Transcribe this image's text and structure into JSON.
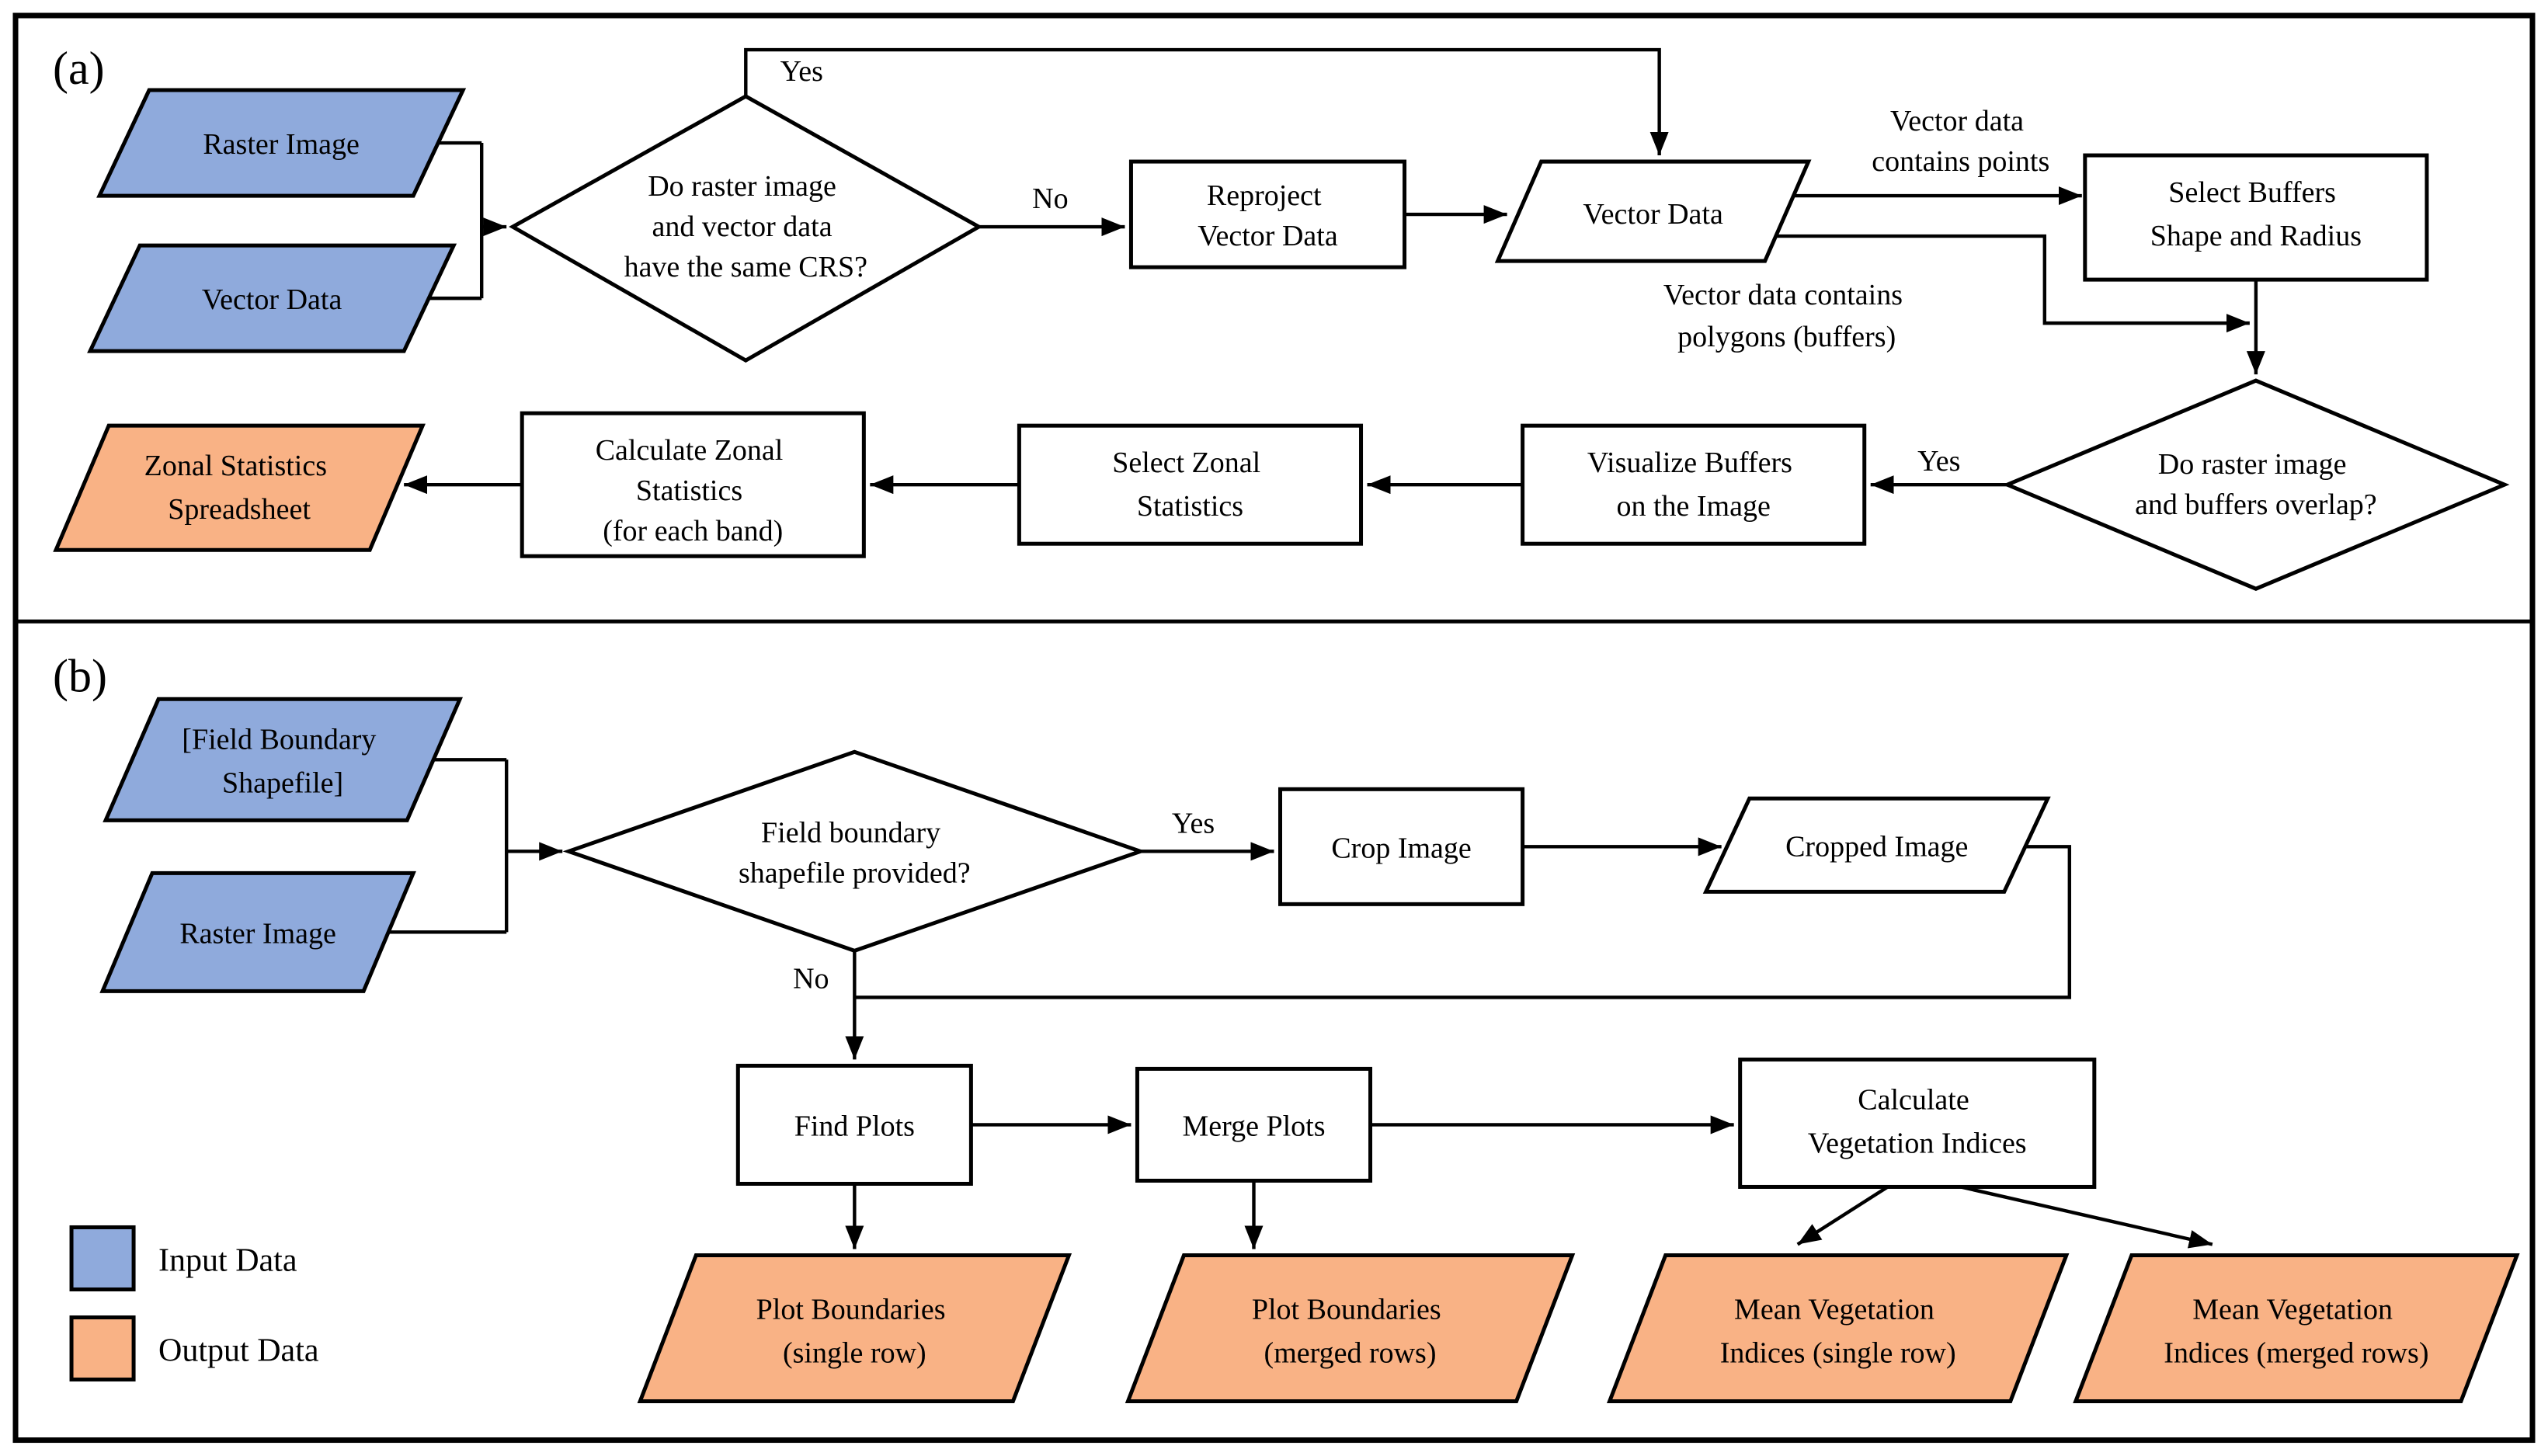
{
  "colors": {
    "input": "#8FAADC",
    "output": "#F9B285",
    "process": "#FFFFFF",
    "stroke": "#000000",
    "background": "#FFFFFF"
  },
  "panel_a": {
    "label": "(a)",
    "raster_input": {
      "lines": [
        "Raster Image"
      ]
    },
    "vector_input": {
      "lines": [
        "Vector Data"
      ]
    },
    "crs_decision": {
      "lines": [
        "Do raster image",
        "and vector data",
        "have the same CRS?"
      ]
    },
    "crs_yes": "Yes",
    "crs_no": "No",
    "reproject": {
      "lines": [
        "Reproject",
        "Vector Data"
      ]
    },
    "vector_data": {
      "lines": [
        "Vector Data"
      ]
    },
    "points_branch": {
      "lines": [
        "Vector data",
        "contains points"
      ]
    },
    "polygons_branch": {
      "lines": [
        "Vector data contains",
        "polygons (buffers)"
      ]
    },
    "select_buffers": {
      "lines": [
        "Select Buffers",
        "Shape and Radius"
      ]
    },
    "overlap_decision": {
      "lines": [
        "Do raster image",
        "and buffers overlap?"
      ]
    },
    "overlap_yes": "Yes",
    "visualize_buffers": {
      "lines": [
        "Visualize Buffers",
        "on the Image"
      ]
    },
    "select_zonal": {
      "lines": [
        "Select Zonal",
        "Statistics"
      ]
    },
    "calculate_zonal": {
      "lines": [
        "Calculate Zonal",
        "Statistics",
        "(for each band)"
      ]
    },
    "zonal_spreadsheet": {
      "lines": [
        "Zonal Statistics",
        "Spreadsheet"
      ]
    }
  },
  "panel_b": {
    "label": "(b)",
    "field_boundary_input": {
      "lines": [
        "[Field Boundary",
        "Shapefile]"
      ]
    },
    "raster_input": {
      "lines": [
        "Raster Image"
      ]
    },
    "shapefile_decision": {
      "lines": [
        "Field boundary",
        "shapefile provided?"
      ]
    },
    "yes": "Yes",
    "no": "No",
    "crop_image": {
      "lines": [
        "Crop Image"
      ]
    },
    "cropped_image": {
      "lines": [
        "Cropped Image"
      ]
    },
    "find_plots": {
      "lines": [
        "Find Plots"
      ]
    },
    "merge_plots": {
      "lines": [
        "Merge Plots"
      ]
    },
    "calculate_vi": {
      "lines": [
        "Calculate",
        "Vegetation Indices"
      ]
    },
    "plot_boundaries_single": {
      "lines": [
        "Plot Boundaries",
        "(single row)"
      ]
    },
    "plot_boundaries_merged": {
      "lines": [
        "Plot Boundaries",
        "(merged rows)"
      ]
    },
    "mean_vi_single": {
      "lines": [
        "Mean Vegetation",
        "Indices (single row)"
      ]
    },
    "mean_vi_merged": {
      "lines": [
        "Mean Vegetation",
        "Indices (merged rows)"
      ]
    }
  },
  "legend": {
    "input_label": "Input Data",
    "output_label": "Output Data"
  }
}
